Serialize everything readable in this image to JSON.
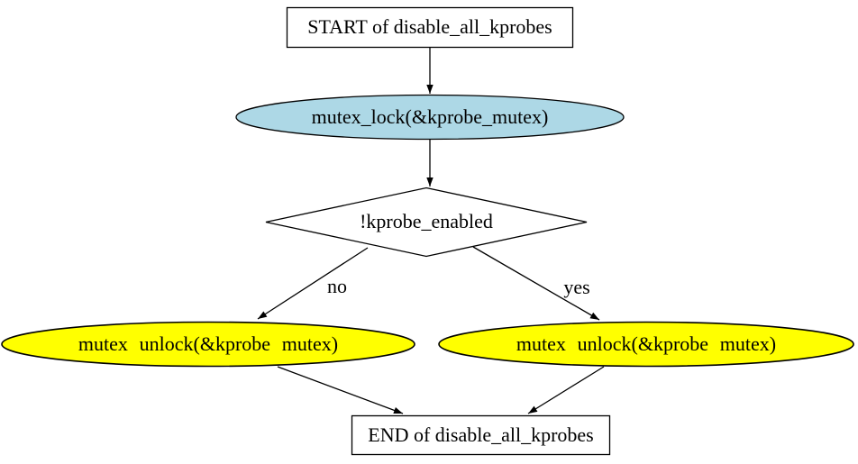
{
  "diagram": {
    "type": "flowchart",
    "background": "#ffffff",
    "stroke_color": "#000000",
    "nodes": {
      "start": {
        "label": "START of disable_all_kprobes",
        "shape": "box",
        "fill": "#ffffff"
      },
      "mutex_lock": {
        "label": "mutex_lock(&kprobe_mutex)",
        "shape": "ellipse",
        "fill": "#add8e6"
      },
      "condition": {
        "label": "!kprobe_enabled",
        "shape": "diamond",
        "fill": "#ffffff"
      },
      "unlock_left": {
        "label": "mutex unlock(&kprobe mutex)",
        "shape": "ellipse",
        "fill": "#ffff00"
      },
      "unlock_right": {
        "label": "mutex unlock(&kprobe mutex)",
        "shape": "ellipse",
        "fill": "#ffff00"
      },
      "end": {
        "label": "END of disable_all_kprobes",
        "shape": "box",
        "fill": "#ffffff"
      }
    },
    "edge_labels": {
      "no": "no",
      "yes": "yes"
    },
    "edges": [
      {
        "from": "start",
        "to": "mutex_lock",
        "label": ""
      },
      {
        "from": "mutex_lock",
        "to": "condition",
        "label": ""
      },
      {
        "from": "condition",
        "to": "unlock_left",
        "label": "no"
      },
      {
        "from": "condition",
        "to": "unlock_right",
        "label": "yes"
      },
      {
        "from": "unlock_left",
        "to": "end",
        "label": ""
      },
      {
        "from": "unlock_right",
        "to": "end",
        "label": ""
      }
    ]
  }
}
